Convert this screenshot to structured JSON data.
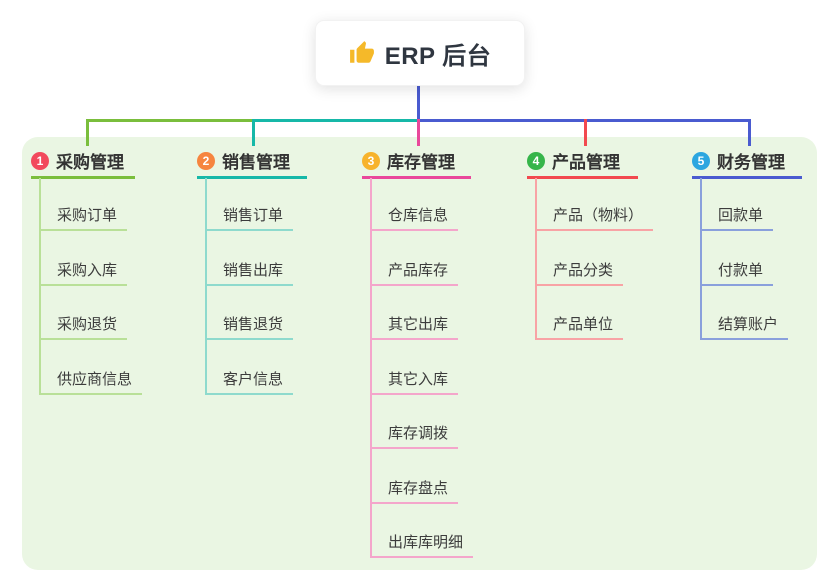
{
  "root": {
    "title": "ERP 后台",
    "icon": "thumbs-up-icon"
  },
  "canvas": {
    "background": "#ffffff",
    "panel_color": "#eaf6e3"
  },
  "connector": {
    "root_line_color": "#4a5bd0"
  },
  "branches": [
    {
      "badge": "1",
      "label": "采购管理",
      "badge_color": "#f2495c",
      "line_color": "#7abe3c",
      "light_color": "#b9e098",
      "items": [
        "采购订单",
        "采购入库",
        "采购退货",
        "供应商信息"
      ]
    },
    {
      "badge": "2",
      "label": "销售管理",
      "badge_color": "#f6853f",
      "line_color": "#16b8a8",
      "light_color": "#8edacd",
      "items": [
        "销售订单",
        "销售出库",
        "销售退货",
        "客户信息"
      ]
    },
    {
      "badge": "3",
      "label": "库存管理",
      "badge_color": "#f7b32c",
      "line_color": "#e9489b",
      "light_color": "#f4a6cb",
      "items": [
        "仓库信息",
        "产品库存",
        "其它出库",
        "其它入库",
        "库存调拨",
        "库存盘点",
        "出库库明细"
      ]
    },
    {
      "badge": "4",
      "label": "产品管理",
      "badge_color": "#36b54a",
      "line_color": "#f2494f",
      "light_color": "#f8a3a5",
      "items": [
        "产品（物料）",
        "产品分类",
        "产品单位"
      ]
    },
    {
      "badge": "5",
      "label": "财务管理",
      "badge_color": "#2ca6e0",
      "line_color": "#4a5bd0",
      "light_color": "#8aa0dc",
      "items": [
        "回款单",
        "付款单",
        "结算账户"
      ]
    }
  ]
}
